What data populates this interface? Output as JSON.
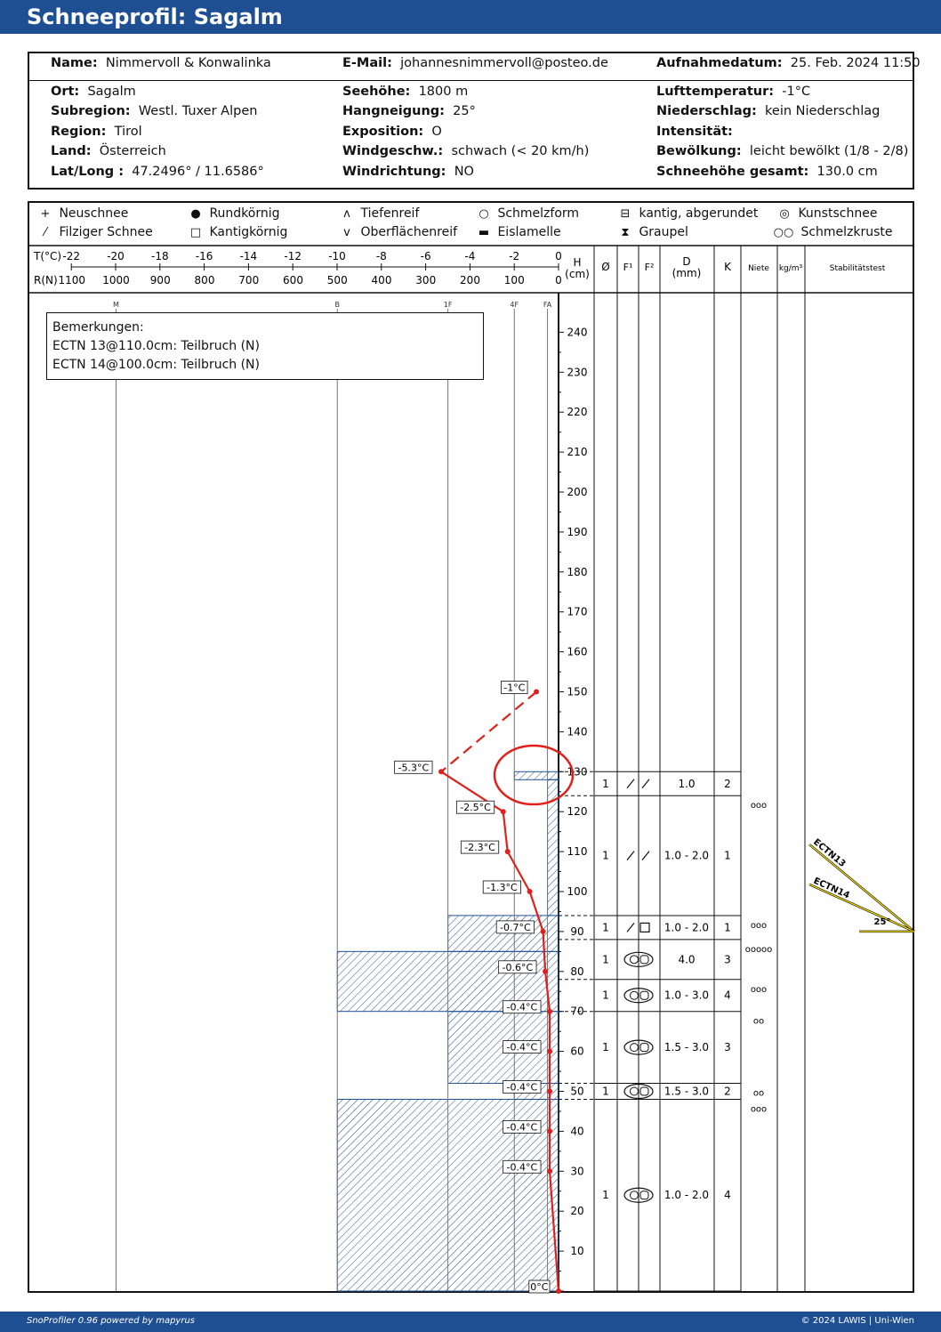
{
  "title": "Schneeprofil: Sagalm",
  "info": {
    "row1": [
      {
        "label": "Name:",
        "value": "Nimmervoll & Konwalinka"
      },
      {
        "label": "E-Mail:",
        "value": "johannesnimmervoll@posteo.de"
      },
      {
        "label": "Aufnahmedatum:",
        "value": "25. Feb. 2024 11:50"
      }
    ],
    "col1": [
      {
        "label": "Ort:",
        "value": "Sagalm"
      },
      {
        "label": "Subregion:",
        "value": "Westl. Tuxer Alpen"
      },
      {
        "label": "Region:",
        "value": "Tirol"
      },
      {
        "label": "Land:",
        "value": "Österreich"
      },
      {
        "label": "Lat/Long :",
        "value": "47.2496° / 11.6586°"
      }
    ],
    "col2": [
      {
        "label": "Seehöhe:",
        "value": "1800 m"
      },
      {
        "label": "Hangneigung:",
        "value": "25°"
      },
      {
        "label": "Exposition:",
        "value": "O"
      },
      {
        "label": "Windgeschw.:",
        "value": "schwach (< 20 km/h)"
      },
      {
        "label": "Windrichtung:",
        "value": "NO"
      }
    ],
    "col3": [
      {
        "label": "Lufttemperatur:",
        "value": "-1°C"
      },
      {
        "label": "Niederschlag:",
        "value": "kein Niederschlag"
      },
      {
        "label": "Intensität:",
        "value": ""
      },
      {
        "label": "Bewölkung:",
        "value": "leicht bewölkt (1/8 - 2/8)"
      },
      {
        "label": "Schneehöhe gesamt:",
        "value": "130.0 cm"
      }
    ]
  },
  "legend": [
    {
      "icon": "plus-icon",
      "glyph": "+",
      "label": "Neuschnee"
    },
    {
      "icon": "filled-circle-icon",
      "glyph": "●",
      "label": "Rundkörnig"
    },
    {
      "icon": "caret-up-icon",
      "glyph": "ʌ",
      "label": "Tiefenreif"
    },
    {
      "icon": "open-circle-icon",
      "glyph": "○",
      "label": "Schmelzform"
    },
    {
      "icon": "rounded-square-icon",
      "glyph": "⊟",
      "label": "kantig, abgerundet"
    },
    {
      "icon": "double-circle-icon",
      "glyph": "◎",
      "label": "Kunstschnee"
    },
    {
      "icon": "slash-icon",
      "glyph": "⁄",
      "label": "Filziger Schnee"
    },
    {
      "icon": "open-square-icon",
      "glyph": "□",
      "label": "Kantigkörnig"
    },
    {
      "icon": "caret-down-icon",
      "glyph": "v",
      "label": "Oberflächenreif"
    },
    {
      "icon": "filled-bar-icon",
      "glyph": "▬",
      "label": "Eislamelle"
    },
    {
      "icon": "hourglass-icon",
      "glyph": "⧗",
      "label": "Graupel"
    },
    {
      "icon": "melt-crust-icon",
      "glyph": "○○",
      "label": "Schmelzkruste"
    }
  ],
  "axis": {
    "t_label": "T(°C)",
    "r_label": "R(N)",
    "t_ticks": [
      "-22",
      "-20",
      "-18",
      "-16",
      "-14",
      "-12",
      "-10",
      "-8",
      "-6",
      "-4",
      "-2",
      "0"
    ],
    "r_ticks": [
      "1100",
      "1000",
      "900",
      "800",
      "700",
      "600",
      "500",
      "400",
      "300",
      "200",
      "100",
      "0"
    ],
    "hardness_ticks": [
      "M",
      "B",
      "1F",
      "4F",
      "FA"
    ],
    "h_label": "H",
    "h_unit": "(cm)",
    "h_ticks": [
      "10",
      "20",
      "30",
      "40",
      "50",
      "60",
      "70",
      "80",
      "90",
      "100",
      "110",
      "120",
      "130",
      "140",
      "150",
      "160",
      "170",
      "180",
      "190",
      "200",
      "210",
      "220",
      "230",
      "240"
    ]
  },
  "columns": {
    "diameter": "Ø",
    "f1": "F¹",
    "f2": "F²",
    "d_label": "D",
    "d_unit": "(mm)",
    "k": "K",
    "niete": "Niete",
    "density": "kg/m³",
    "stability": "Stabilitätstest"
  },
  "remarks": {
    "title": "Bemerkungen:",
    "lines": [
      "ECTN 13@110.0cm: Teilbruch (N)",
      "ECTN 14@100.0cm: Teilbruch (N)"
    ]
  },
  "chart_data": {
    "type": "snow-profile",
    "height_range_cm": [
      0,
      240
    ],
    "temperature_range_c": [
      -22,
      0
    ],
    "resistance_range_n": [
      0,
      1100
    ],
    "temperature_profile": [
      {
        "h": 150,
        "t": -1.0,
        "label": "-1°C"
      },
      {
        "h": 130,
        "t": -5.3,
        "label": "-5.3°C"
      },
      {
        "h": 120,
        "t": -2.5,
        "label": "-2.5°C"
      },
      {
        "h": 110,
        "t": -2.3,
        "label": "-2.3°C"
      },
      {
        "h": 100,
        "t": -1.3,
        "label": "-1.3°C"
      },
      {
        "h": 90,
        "t": -0.7,
        "label": "-0.7°C"
      },
      {
        "h": 80,
        "t": -0.6,
        "label": "-0.6°C"
      },
      {
        "h": 70,
        "t": -0.4,
        "label": "-0.4°C"
      },
      {
        "h": 60,
        "t": -0.4,
        "label": "-0.4°C"
      },
      {
        "h": 50,
        "t": -0.4,
        "label": "-0.4°C"
      },
      {
        "h": 40,
        "t": -0.4,
        "label": "-0.4°C"
      },
      {
        "h": 30,
        "t": -0.4,
        "label": "-0.4°C"
      },
      {
        "h": 0,
        "t": 0.0,
        "label": "0°C"
      }
    ],
    "hardness_profile": [
      {
        "from": 0,
        "to": 48,
        "r": 500
      },
      {
        "from": 48,
        "to": 52,
        "r": 100
      },
      {
        "from": 52,
        "to": 70,
        "r": 250
      },
      {
        "from": 70,
        "to": 85,
        "r": 500
      },
      {
        "from": 85,
        "to": 94,
        "r": 250
      },
      {
        "from": 94,
        "to": 128,
        "r": 25
      },
      {
        "from": 128,
        "to": 130,
        "r": 100
      }
    ],
    "layers": [
      {
        "from": 124,
        "to": 130,
        "n": "1",
        "f1": "slash slash",
        "d": "1.0",
        "k": "2",
        "niete": ""
      },
      {
        "from": 94,
        "to": 124,
        "n": "1",
        "f1": "slash slash",
        "d": "1.0 - 2.0",
        "k": "1",
        "niete": "ooo"
      },
      {
        "from": 88,
        "to": 94,
        "n": "1",
        "f1": "slash square",
        "d": "1.0 - 2.0",
        "k": "1",
        "niete": "ooo"
      },
      {
        "from": 78,
        "to": 88,
        "n": "1",
        "f1": "melt-crust",
        "d": "4.0",
        "k": "3",
        "niete": "ooooo"
      },
      {
        "from": 70,
        "to": 78,
        "n": "1",
        "f1": "melt-crust",
        "d": "1.0 - 3.0",
        "k": "4",
        "niete": "ooo"
      },
      {
        "from": 52,
        "to": 70,
        "n": "1",
        "f1": "melt-crust",
        "d": "1.5 - 3.0",
        "k": "3",
        "niete": "oo"
      },
      {
        "from": 48,
        "to": 52,
        "n": "1",
        "f1": "melt-crust",
        "d": "1.5 - 3.0",
        "k": "2",
        "niete": "oo"
      },
      {
        "from": 0,
        "to": 48,
        "n": "1",
        "f1": "melt-crust",
        "d": "1.0 - 2.0",
        "k": "4",
        "niete": "ooo"
      }
    ],
    "stability_tests": [
      {
        "label": "ECTN13",
        "h": 110
      },
      {
        "label": "ECTN14",
        "h": 100
      }
    ],
    "slope_label": "25°"
  },
  "footer": {
    "left": "SnoProfiler 0.96 powered by mapyrus",
    "right": "© 2024 LAWIS | Uni-Wien"
  }
}
